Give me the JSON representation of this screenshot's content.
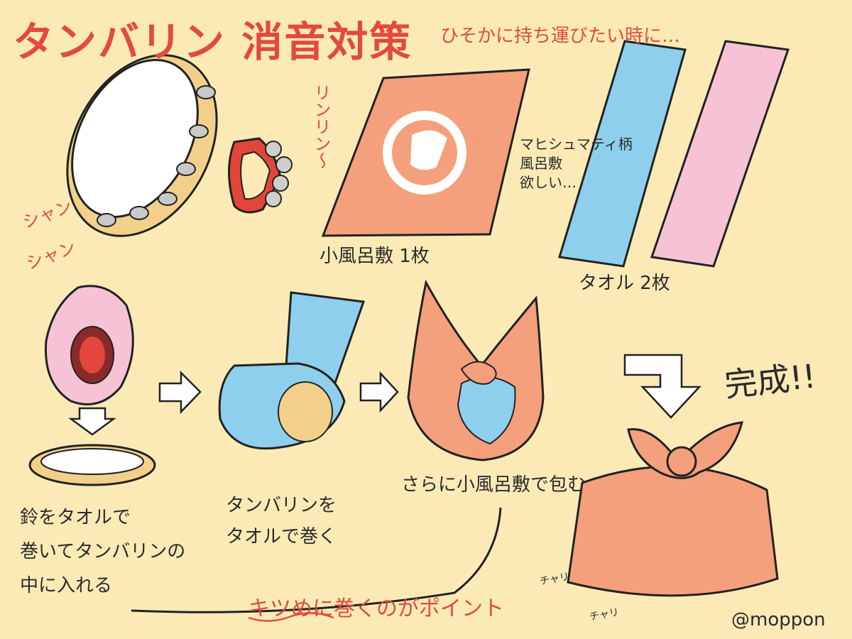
{
  "title": "タンバリン 消音対策",
  "subtitle": "ひそかに持ち運びたい時に…",
  "sfx": {
    "rinrin": "リンリン〜",
    "shan1": "シャン",
    "shan2": "シャン",
    "chari1": "チャリ",
    "chari2": "チャリ"
  },
  "items": {
    "furoshiki": "小風呂敷 1枚",
    "towels": "タオル 2枚",
    "furoshiki_note": [
      "マヒシュマティ柄",
      "風呂敷",
      "欲しい…"
    ]
  },
  "steps": [
    {
      "lines": [
        "鈴をタオルで",
        "巻いてタンバリンの",
        "中に入れる"
      ]
    },
    {
      "lines": [
        "タンバリンを",
        "タオルで巻く"
      ]
    },
    {
      "lines": [
        "さらに小風呂敷で包む"
      ]
    }
  ],
  "done": "完成!!",
  "point": "キツめに巻くのがポイント",
  "credit": "@moppon",
  "colors": {
    "background": "#fbeab6",
    "title": "#e24a3e",
    "blue_towel": "#8ecfee",
    "pink_towel": "#f6c3d6",
    "furoshiki": "#f4a07c",
    "tambourine_wood": "#f3d08a"
  }
}
